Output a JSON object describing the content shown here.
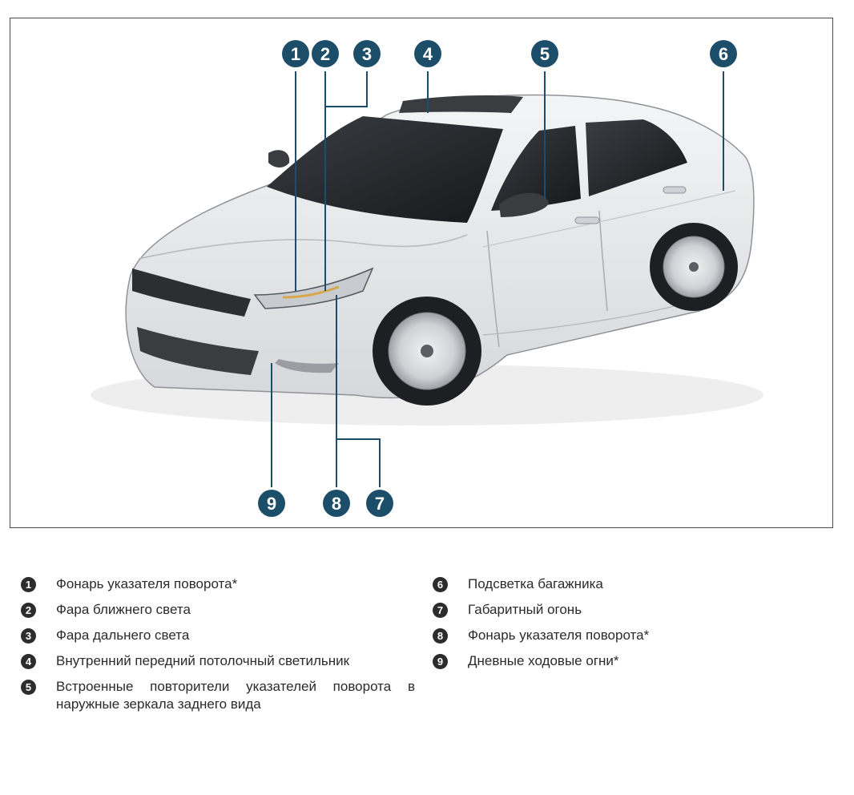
{
  "callouts": [
    {
      "num": "1"
    },
    {
      "num": "2"
    },
    {
      "num": "3"
    },
    {
      "num": "4"
    },
    {
      "num": "5"
    },
    {
      "num": "6"
    },
    {
      "num": "7"
    },
    {
      "num": "8"
    },
    {
      "num": "9"
    }
  ],
  "legend": {
    "left": [
      {
        "num": "1",
        "text": "Фонарь указателя поворота*"
      },
      {
        "num": "2",
        "text": "Фара ближнего света"
      },
      {
        "num": "3",
        "text": "Фара дальнего света"
      },
      {
        "num": "4",
        "text": "Внутренний передний потолочный светильник"
      },
      {
        "num": "5",
        "text": "Встроенные повторители указателей поворота в наружные зеркала заднего вида"
      }
    ],
    "right": [
      {
        "num": "6",
        "text": "Подсветка багажника"
      },
      {
        "num": "7",
        "text": "Габаритный огонь"
      },
      {
        "num": "8",
        "text": "Фонарь указателя поворота*"
      },
      {
        "num": "9",
        "text": "Дневные ходовые огни*"
      }
    ]
  },
  "colors": {
    "callout_fill": "#1d4e69",
    "leader_line": "#1d4e69",
    "car_body": "#e9eaec",
    "frame_border": "#4a4a4a"
  }
}
